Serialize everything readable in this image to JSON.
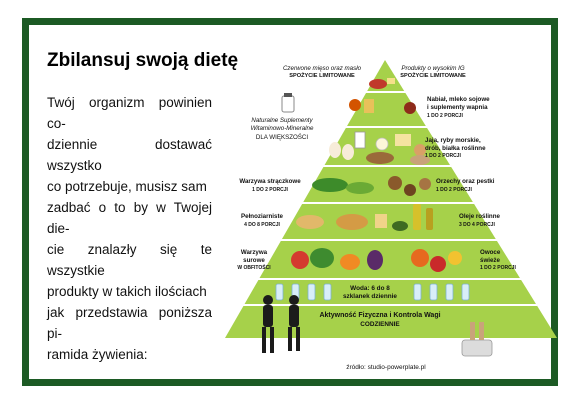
{
  "title": "Zbilansuj swoją dietę",
  "intro_lines": [
    "Twój organizm powinien co-",
    "dziennie dostawać wszystko",
    "co potrzebuje, musisz sam",
    "zadbać o to by w Twojej die-",
    "cie znalazły się te wszystkie",
    "produkty w takich ilościach",
    "jak przedstawia poniższa pi-",
    "ramida żywienia:"
  ],
  "pyramid": {
    "top_left": {
      "line1": "Czerwone mięso oraz masło",
      "line2": "SPOŻYCIE LIMITOWANE"
    },
    "top_right": {
      "line1": "Produkty o wysokim IG",
      "line2": "SPOŻYCIE LIMITOWANE"
    },
    "supplements": {
      "line1": "Naturalne Suplementy",
      "line2": "Witaminowo-Mineralne",
      "line3": "DLA WIĘKSZOŚCI"
    },
    "dairy": {
      "line1": "Nabiał, mleko sojowe",
      "line2": "i suplementy wapnia",
      "line3": "1 DO 2 PORCJI"
    },
    "protein": {
      "line1": "Jaja, ryby morskie,",
      "line2": "drób, białka roślinne",
      "line3": "1 DO 2 PORCJI"
    },
    "legumes": {
      "line1": "Warzywa strączkowe",
      "line2": "1 DO 2 PORCJI"
    },
    "nuts": {
      "line1": "Orzechy oraz pestki",
      "line2": "1 DO 2 PORCJI"
    },
    "grains": {
      "line1": "Pełnoziarniste",
      "line2": "4 DO 8 PORCJI"
    },
    "oils": {
      "line1": "Oleje roślinne",
      "line2": "3 DO 4 PORCJI"
    },
    "vegetables": {
      "line1": "Warzywa",
      "line2": "surowe",
      "line3": "W OBFITOŚCI"
    },
    "fruits": {
      "line1": "Owoce",
      "line2": "świeże",
      "line3": "1 DO 2 PORCJI"
    },
    "water": {
      "line1": "Woda: 6 do 8",
      "line2": "szklanek dziennie"
    },
    "activity": {
      "line1": "Aktywność Fizyczna i Kontrola Wagi",
      "line2": "CODZIENNIE"
    }
  },
  "source": "źródło: studio-powerplate.pl",
  "colors": {
    "frame": "#1c5a24",
    "pyramid": "#a6d14a",
    "pyramid_dark": "#8fbe35"
  }
}
